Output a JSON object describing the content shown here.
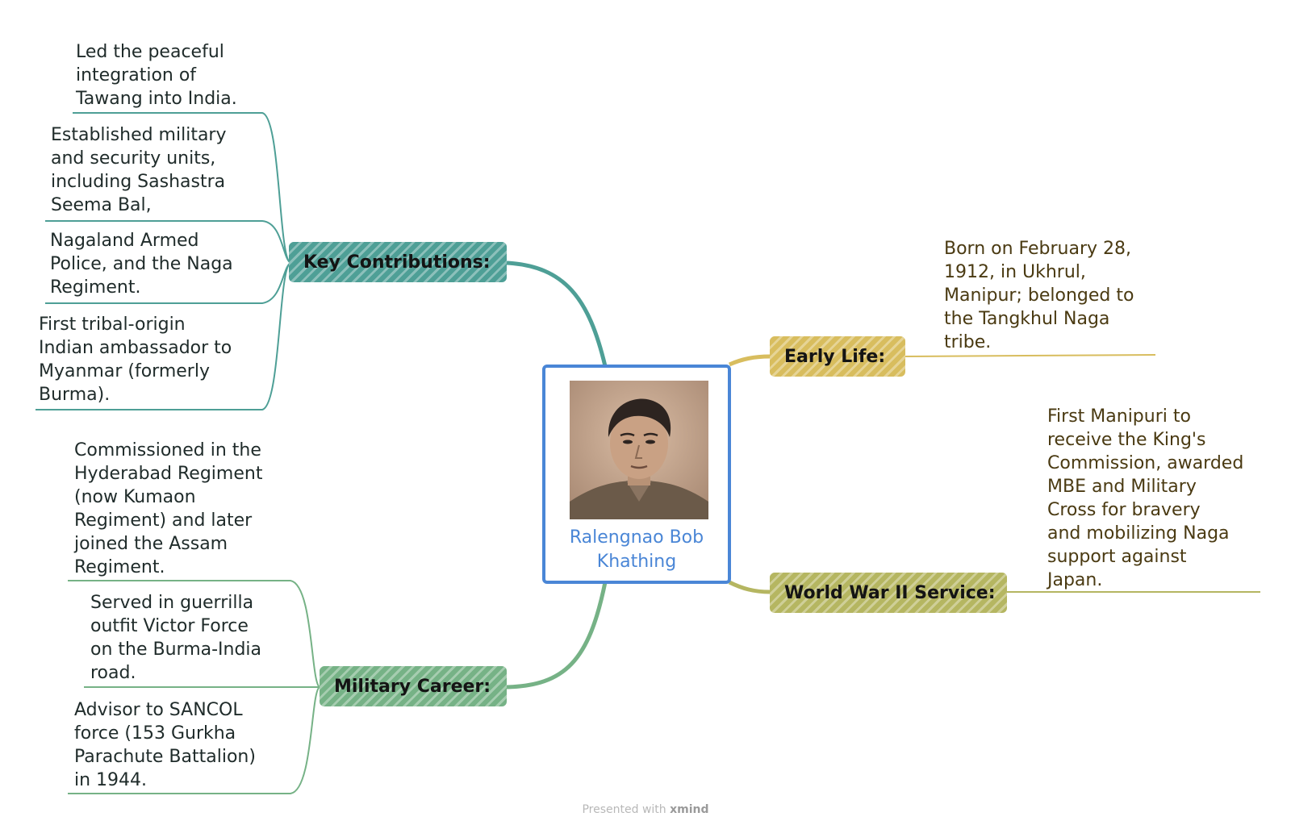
{
  "central": {
    "title": "Ralengnao Bob\nKhathing",
    "portrait": "portrait-photo"
  },
  "branches": {
    "key_contributions": {
      "label": "Key Contributions:",
      "color": "#4e9f96",
      "items": [
        "Led the peaceful\nintegration of\nTawang into India.",
        "Established military\nand security units,\nincluding Sashastra\nSeema Bal,",
        "Nagaland Armed\nPolice, and the Naga\nRegiment.",
        "First tribal-origin\nIndian ambassador to\nMyanmar (formerly\nBurma)."
      ]
    },
    "early_life": {
      "label": "Early Life:",
      "color": "#d8bd5e",
      "items": [
        "Born on February 28,\n1912, in Ukhrul,\nManipur; belonged to\nthe Tangkhul Naga\ntribe."
      ]
    },
    "world_war": {
      "label": "World War II Service:",
      "color": "#b5b661",
      "items": [
        "First Manipuri to\nreceive the King's\nCommission, awarded\nMBE and Military\nCross for bravery\nand mobilizing Naga\nsupport against\nJapan."
      ]
    },
    "military_career": {
      "label": "Military Career:",
      "color": "#76b286",
      "items": [
        "Commissioned in the\nHyderabad Regiment\n(now Kumaon\nRegiment) and later\njoined the Assam\nRegiment.",
        "Served in guerrilla\noutfit Victor Force\non the Burma-India\nroad.",
        "Advisor to SANCOL\nforce (153 Gurkha\nParachute Battalion)\nin 1944."
      ]
    }
  },
  "footer": {
    "prefix": "Presented with ",
    "brand": "xmind"
  }
}
